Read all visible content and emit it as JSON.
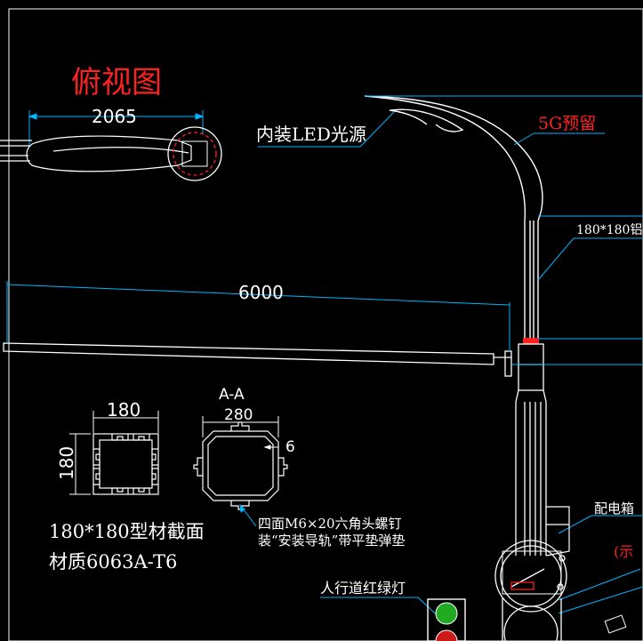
{
  "colors": {
    "background": "#000000",
    "line": "#ffffff",
    "dimension": "#00b4ff",
    "red": "#ff2020",
    "green": "#22aa22"
  },
  "labels": {
    "top_view_title": "俯视图",
    "led_note": "内装LED光源",
    "g5_note": "5G预留",
    "profile_note": "180*180铝",
    "distribution_box": "配电箱",
    "example_note": "(示",
    "pedestrian_light": "人行道红绿灯",
    "section_title": "A-A",
    "profile_caption": "180*180型材截面",
    "material_caption": "材质6063A-T6",
    "bolt_note_line1": "四面M6×20六角头螺钉",
    "bolt_note_line2": "装“安装导轨”带平垫弹垫"
  },
  "dimensions": {
    "top_view_length": "2065",
    "arm_length": "6000",
    "profile_width": "180",
    "profile_height": "180",
    "section_width": "280",
    "section_offset": "6"
  }
}
